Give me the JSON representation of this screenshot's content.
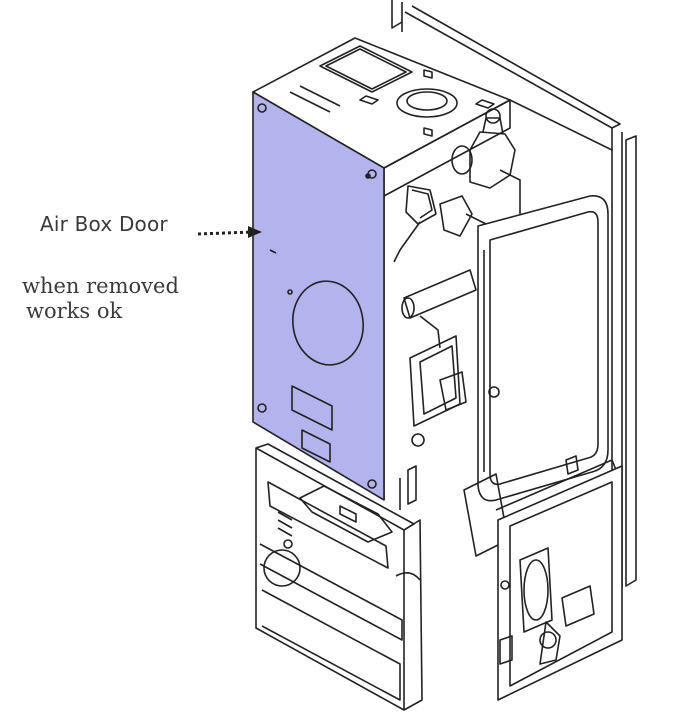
{
  "labels": {
    "air_box_door": "Air Box Door",
    "note_line1": "when removed",
    "note_line2": "works ok"
  },
  "colors": {
    "door_fill": "#b3b3ee",
    "line": "#222222",
    "background": "#ffffff"
  }
}
